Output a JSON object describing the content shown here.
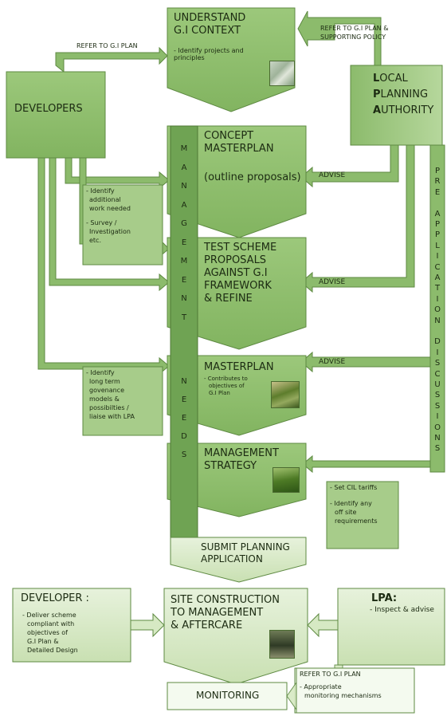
{
  "diagram": {
    "understand": {
      "title_1": "UNDERSTAND",
      "title_2": "G.I CONTEXT",
      "note": "- Identify projects and principles"
    },
    "refer_dev": "REFER TO G.I PLAN",
    "refer_lpa": {
      "line1": "REFER TO G.I PLAN &",
      "line2": "SUPPORTING POLICY"
    },
    "developers": "DEVELOPERS",
    "lpa": {
      "l1_a": "L",
      "l1_b": "OCAL",
      "l2_a": "P",
      "l2_b": "LANNING",
      "l3_a": "A",
      "l3_b": "UTHORITY"
    },
    "management_needs_1": [
      "M",
      "A",
      "N",
      "A",
      "G",
      "E",
      "M",
      "E",
      "N",
      "T"
    ],
    "management_needs_2": [
      "N",
      "E",
      "E",
      "D",
      "S"
    ],
    "pre_app": [
      "P",
      "R",
      "E",
      "",
      "A",
      "P",
      "P",
      "L",
      "I",
      "C",
      "A",
      "T",
      "I",
      "O",
      "N",
      "",
      "D",
      "I",
      "S",
      "C",
      "U",
      "S",
      "S",
      "I",
      "O",
      "N",
      "S"
    ],
    "concept": {
      "title_1": "CONCEPT",
      "title_2": "MASTERPLAN",
      "sub": "(outline proposals)"
    },
    "advise_1": "ADVISE",
    "advise_2": "ADVISE",
    "advise_3": "ADVISE",
    "identify_additional": {
      "l1": "- Identify",
      "l2": "additional",
      "l3": "work needed",
      "l4": "- Survey /",
      "l5": "Investigation",
      "l6": "etc."
    },
    "test": {
      "l1": "TEST SCHEME",
      "l2": "PROPOSALS",
      "l3": "AGAINST G.I",
      "l4": "FRAMEWORK",
      "l5": "& REFINE"
    },
    "identify_governance": {
      "l1": "- Identify",
      "l2": "long term",
      "l3": "govenance",
      "l4": "models &",
      "l5": "possibilties /",
      "l6": "liaise with LPA"
    },
    "masterplan": {
      "title": "MASTERPLAN",
      "n1": "- Contributes to",
      "n2": "objectives of",
      "n3": "G.I Plan"
    },
    "mgmt_strategy": {
      "l1": "MANAGEMENT",
      "l2": "STRATEGY"
    },
    "cil": {
      "l1": "- Set CIL tariffs",
      "l2": "- Identify any",
      "l3": "off site",
      "l4": "requirements"
    },
    "submit": {
      "l1": "SUBMIT PLANNING",
      "l2": "APPLICATION"
    },
    "developer_box": {
      "title": "DEVELOPER :",
      "n1": "- Deliver scheme",
      "n2": "compliant with",
      "n3": "objectives of",
      "n4": "G.I Plan &",
      "n5": "Detailed Design"
    },
    "site": {
      "l1": "SITE CONSTRUCTION",
      "l2": "TO MANAGEMENT",
      "l3": "& AFTERCARE"
    },
    "lpa_box": {
      "title": "LPA:",
      "note": "- Inspect & advise"
    },
    "monitoring": "MONITORING",
    "refer_bottom": {
      "l1": "REFER TO  G.I PLAN",
      "l2": "- Appropriate",
      "l3": "monitoring mechanisms"
    },
    "colors": {
      "box": "#8cbb6c",
      "dark": "#6fa353",
      "pale": "#d6e9c3",
      "text": "#1c2b12"
    }
  }
}
